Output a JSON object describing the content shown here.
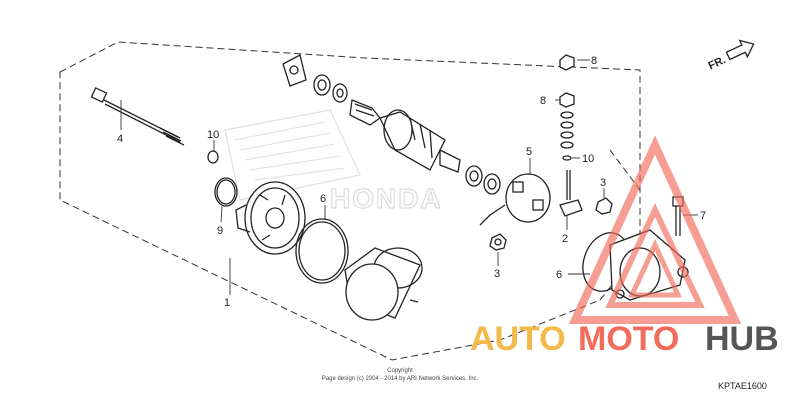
{
  "diagram": {
    "callouts": [
      {
        "id": "c1",
        "label": "1"
      },
      {
        "id": "c2",
        "label": "2"
      },
      {
        "id": "c3a",
        "label": "3"
      },
      {
        "id": "c3b",
        "label": "3"
      },
      {
        "id": "c4",
        "label": "4"
      },
      {
        "id": "c5",
        "label": "5"
      },
      {
        "id": "c6a",
        "label": "6"
      },
      {
        "id": "c6b",
        "label": "6"
      },
      {
        "id": "c7",
        "label": "7"
      },
      {
        "id": "c8a",
        "label": "8"
      },
      {
        "id": "c8b",
        "label": "8"
      },
      {
        "id": "c9",
        "label": "9"
      },
      {
        "id": "c10a",
        "label": "10"
      },
      {
        "id": "c10b",
        "label": "10"
      }
    ],
    "direction_label": "FR.",
    "background_brand": "HONDA",
    "copyright_line1": "Copyright",
    "copyright_line2": "Page design (c) 2004 - 2014 by ARI Network Services, Inc.",
    "diagram_code": "KPTAE1600"
  },
  "watermark": {
    "text_auto": "AUTO",
    "text_moto": "MOTO",
    "text_hub": "HUB",
    "color_auto": "#f5b94a",
    "color_moto": "#f26b5b",
    "color_hub": "#555555",
    "triangle_color": "#f26b5b"
  }
}
